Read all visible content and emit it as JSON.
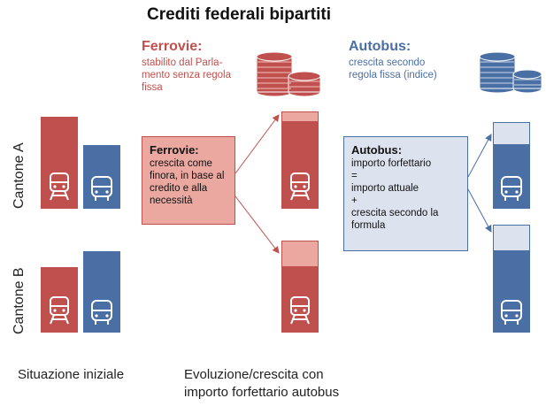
{
  "title": "Crediti federali bipartiti",
  "rail_header": {
    "title": "Ferrovie:",
    "lines": [
      "stabilito dal Parla-",
      "mento senza regola",
      "fissa"
    ]
  },
  "bus_header": {
    "title": "Autobus:",
    "lines": [
      "crescita secondo",
      "regola fissa (indice)"
    ]
  },
  "rail_box": {
    "title": "Ferrovie:",
    "lines": [
      "crescita come",
      "finora, in base al",
      "credito e alla",
      "necessità"
    ]
  },
  "bus_box": {
    "title": "Autobus:",
    "lines": [
      "importo forfettario",
      "=",
      "importo attuale",
      "+",
      "crescita secondo la",
      "formula"
    ]
  },
  "canton_a": "Cantone A",
  "canton_b": "Cantone B",
  "footer": {
    "initial": "Situazione iniziale",
    "evolution_line1": "Evoluzione/crescita con",
    "evolution_line2": "importo forfettario autobus"
  },
  "colors": {
    "rail": "#c0504d",
    "rail_light": "#eba8a1",
    "bus": "#4a6fa5",
    "bus_light": "#dde3ee"
  },
  "icons": [
    "coin-stack-icon",
    "train-icon",
    "bus-icon"
  ]
}
